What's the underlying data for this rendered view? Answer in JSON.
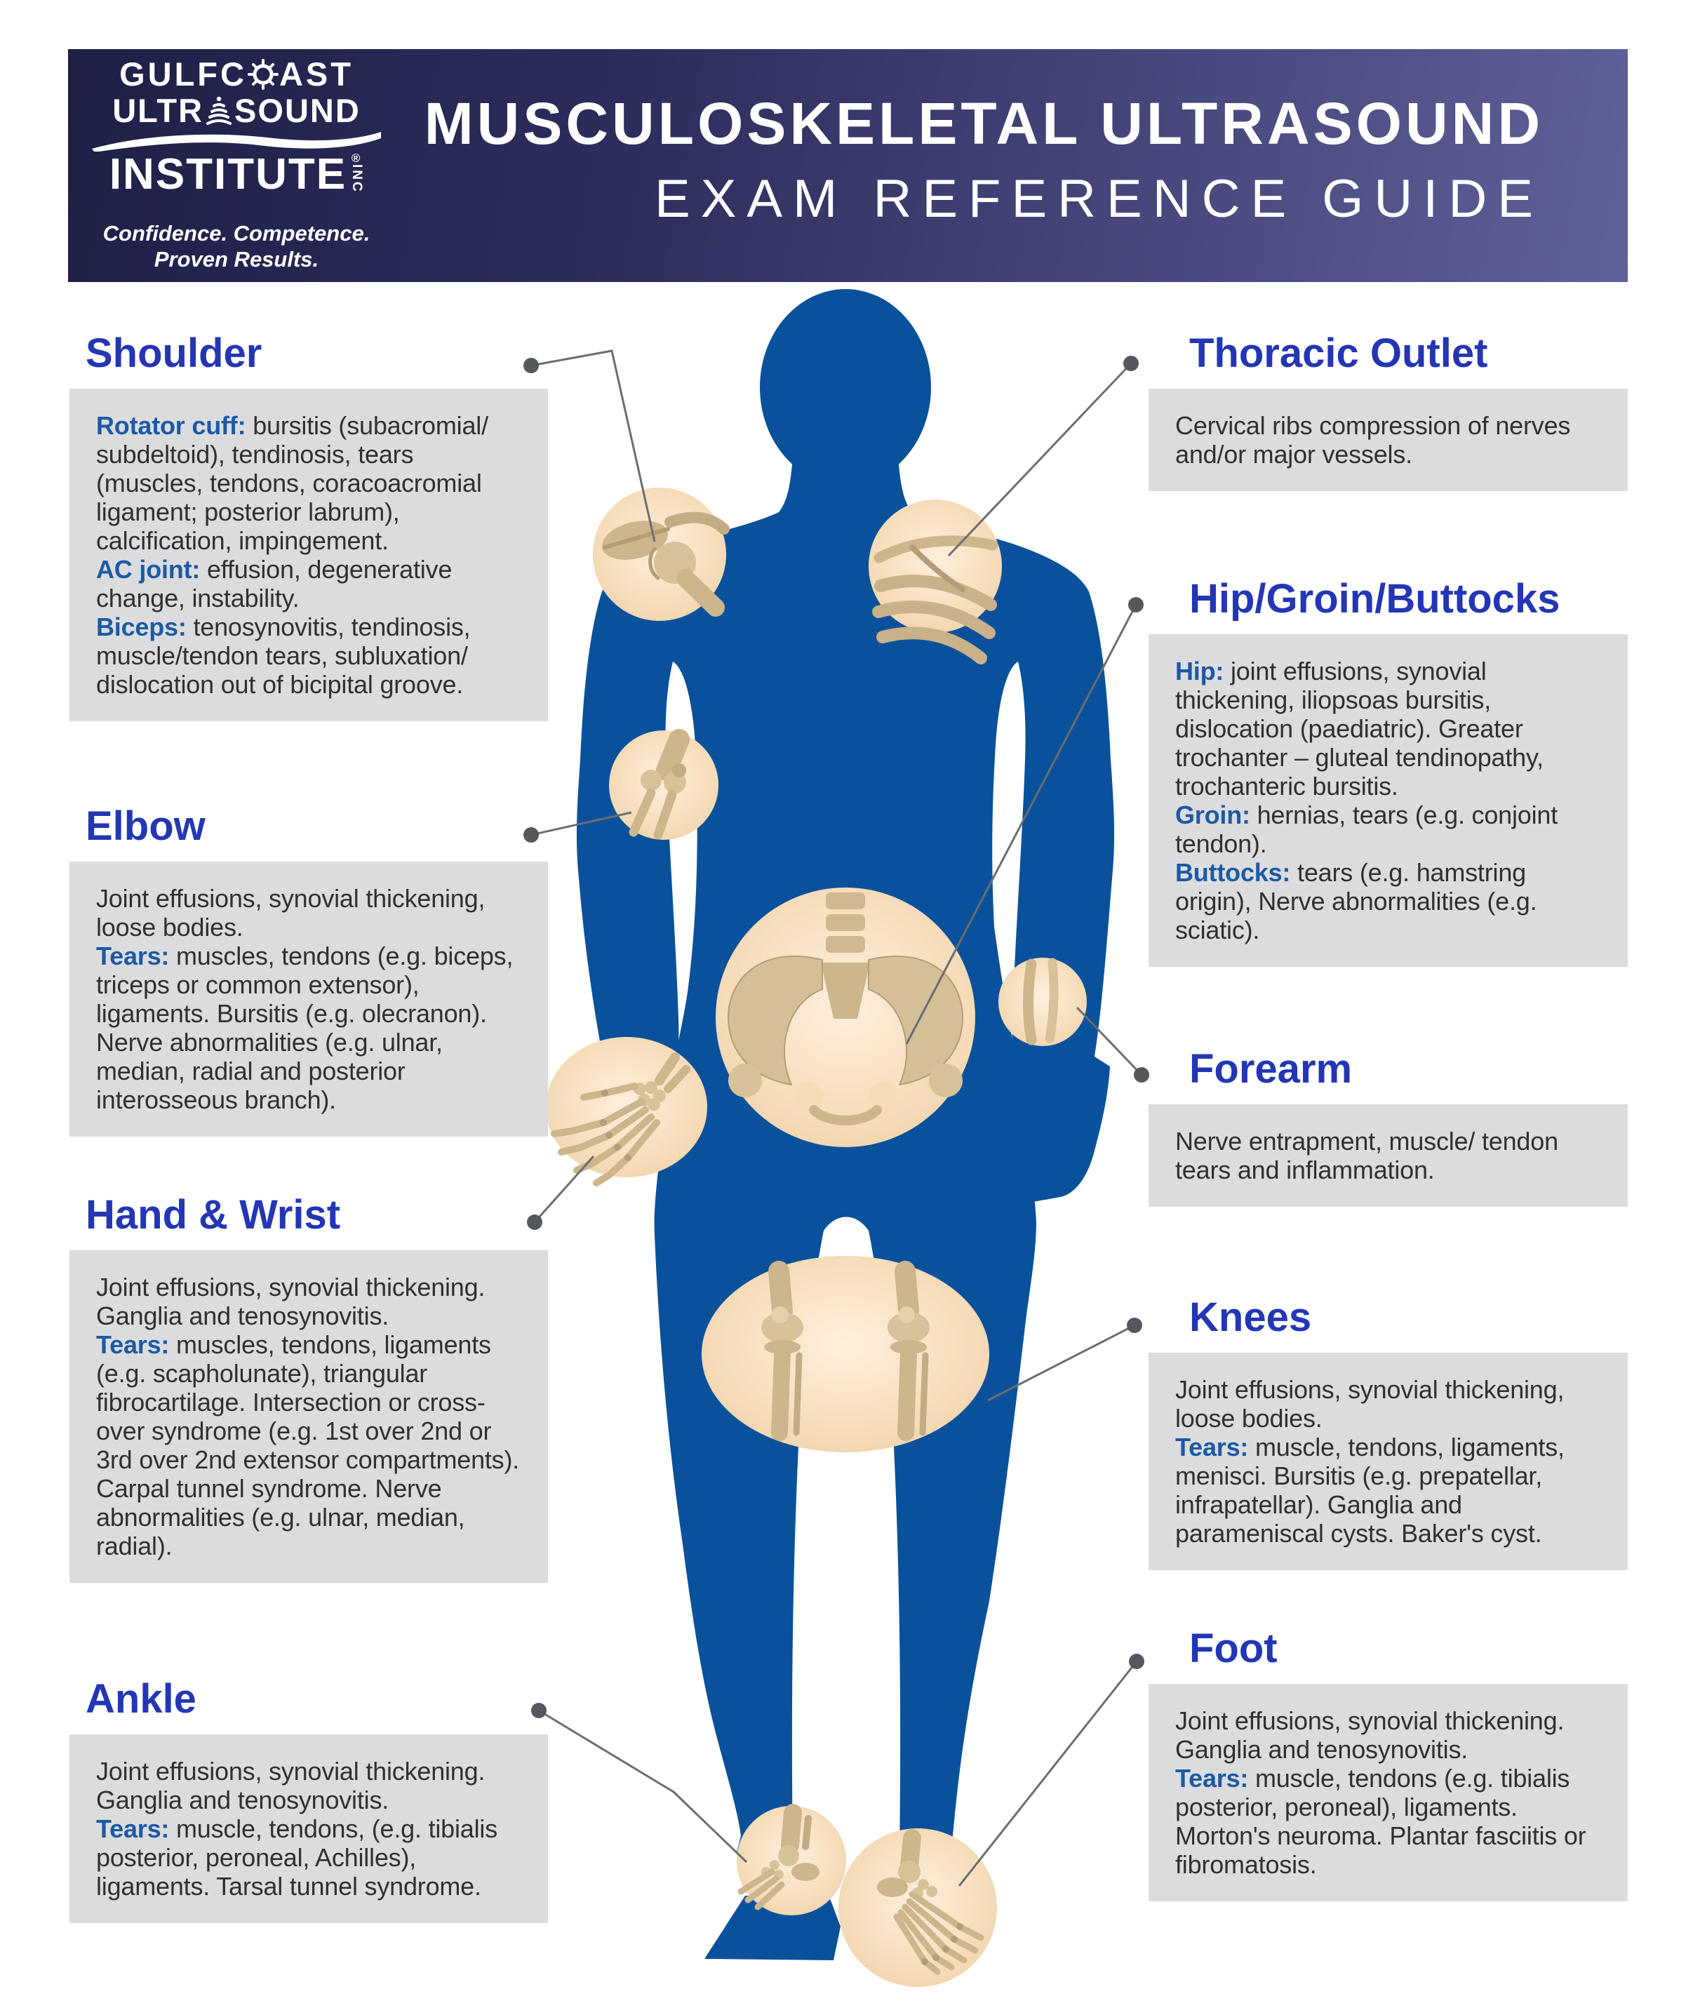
{
  "colors": {
    "header_gradient_left": "#1f2046",
    "header_gradient_right": "#5f6199",
    "heading_blue": "#2336b4",
    "label_blue": "#1b5aa5",
    "body_text": "#2f3033",
    "box_gray": "#dcdcde",
    "silhouette_blue": "#0a519c",
    "callout_tan": "#f7dfc0",
    "bone_tan": "#cdb58c",
    "leader_gray": "#6a6e72"
  },
  "header": {
    "logo": {
      "word1_pre": "GULFC",
      "word1_post": "AST",
      "word2_pre": "ULTR",
      "word2_post": "SOUND",
      "word3": "INSTITUTE",
      "word3_suffix": "INC",
      "registered": "®",
      "tagline_line1": "Confidence. Competence.",
      "tagline_line2": "Proven Results."
    },
    "title_line1": "MUSCULOSKELETAL ULTRASOUND",
    "title_line2": "EXAM REFERENCE GUIDE"
  },
  "sections": {
    "left": [
      {
        "id": "shoulder",
        "heading": "Shoulder",
        "segments": [
          {
            "label": "Rotator cuff:",
            "text": "bursitis (subacromial/ subdeltoid), tendinosis, tears (muscles, tendons, coracoacromial ligament; posterior labrum), calcification, impingement."
          },
          {
            "label": "AC joint:",
            "text": "effusion, degenerative change, instability."
          },
          {
            "label": "Biceps:",
            "text": "tenosynovitis, tendinosis, muscle/tendon tears, subluxation/ dislocation out of bicipital groove."
          }
        ]
      },
      {
        "id": "elbow",
        "heading": "Elbow",
        "segments": [
          {
            "label": "",
            "text": "Joint effusions, synovial thickening, loose bodies."
          },
          {
            "label": "Tears:",
            "text": "muscles, tendons (e.g. biceps, triceps or common extensor), ligaments. Bursitis (e.g. olecranon). Nerve abnormalities (e.g. ulnar, median, radial and posterior interosseous branch)."
          }
        ]
      },
      {
        "id": "hand-wrist",
        "heading": "Hand & Wrist",
        "segments": [
          {
            "label": "",
            "text": "Joint effusions, synovial thickening. Ganglia and tenosynovitis."
          },
          {
            "label": "Tears:",
            "text": "muscles, tendons, ligaments (e.g. scapholunate), triangular fibrocartilage. Intersection or cross-over syndrome (e.g. 1st over 2nd or 3rd over 2nd extensor compartments). Carpal tunnel syndrome. Nerve abnormalities (e.g. ulnar, median, radial)."
          }
        ]
      },
      {
        "id": "ankle",
        "heading": "Ankle",
        "segments": [
          {
            "label": "",
            "text": "Joint effusions, synovial thickening. Ganglia and tenosynovitis."
          },
          {
            "label": "Tears:",
            "text": "muscle, tendons, (e.g. tibialis posterior, peroneal, Achilles), ligaments. Tarsal tunnel syndrome."
          }
        ]
      }
    ],
    "right": [
      {
        "id": "thoracic-outlet",
        "heading": "Thoracic Outlet",
        "segments": [
          {
            "label": "",
            "text": "Cervical ribs compression of nerves and/or major vessels."
          }
        ]
      },
      {
        "id": "hip-groin-buttocks",
        "heading": "Hip/Groin/Buttocks",
        "segments": [
          {
            "label": "Hip:",
            "text": "joint effusions, synovial thickening, iliopsoas bursitis, dislocation (paediatric). Greater trochanter – gluteal tendinopathy, trochanteric bursitis."
          },
          {
            "label": "Groin:",
            "text": "hernias, tears (e.g. conjoint tendon)."
          },
          {
            "label": "Buttocks:",
            "text": "tears (e.g. hamstring origin), Nerve abnormalities (e.g. sciatic)."
          }
        ]
      },
      {
        "id": "forearm",
        "heading": "Forearm",
        "segments": [
          {
            "label": "",
            "text": "Nerve entrapment, muscle/ tendon tears and inflammation."
          }
        ]
      },
      {
        "id": "knees",
        "heading": "Knees",
        "segments": [
          {
            "label": "",
            "text": "Joint effusions, synovial thickening, loose bodies."
          },
          {
            "label": "Tears:",
            "text": "muscle, tendons, ligaments, menisci. Bursitis (e.g. prepatellar, infrapatellar). Ganglia and parameniscal cysts. Baker's cyst."
          }
        ]
      },
      {
        "id": "foot",
        "heading": "Foot",
        "segments": [
          {
            "label": "",
            "text": "Joint effusions, synovial thickening. Ganglia and tenosynovitis."
          },
          {
            "label": "Tears:",
            "text": "muscle, tendons (e.g. tibialis posterior, peroneal), ligaments. Morton's neuroma. Plantar fasciitis or fibromatosis."
          }
        ]
      }
    ]
  }
}
